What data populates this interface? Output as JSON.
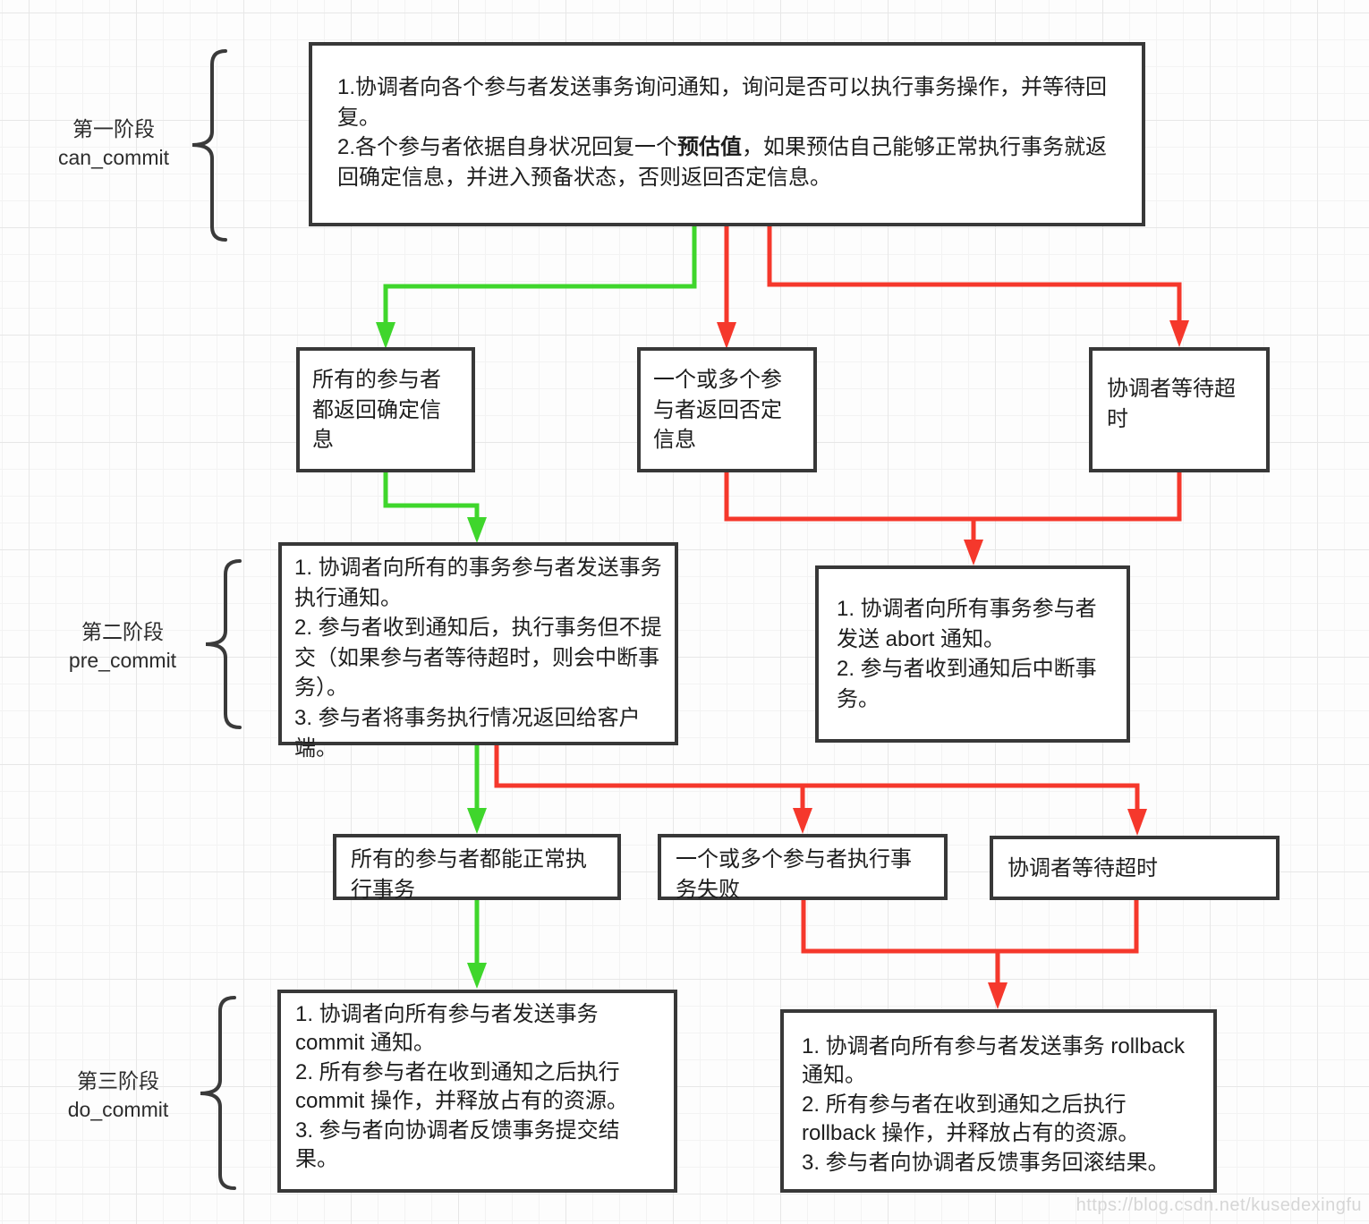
{
  "colors": {
    "green": "#3fd62c",
    "red": "#f5382c",
    "box_border": "#383838"
  },
  "watermark": "https://blog.csdn.net/kusedexingfu",
  "phases": [
    {
      "zh": "第一阶段",
      "en": "can_commit"
    },
    {
      "zh": "第二阶段",
      "en": "pre_commit"
    },
    {
      "zh": "第三阶段",
      "en": "do_commit"
    }
  ],
  "boxes": {
    "can_commit_main": {
      "item1": "1.协调者向各个参与者发送事务询问通知，询问是否可以执行事务操作，并等待回复。",
      "item2_pre": "2.各个参与者依据自身状况回复一个",
      "item2_bold": "预估值",
      "item2_post": "，如果预估自己能够正常执行事务就返回确定信息，并进入预备状态，否则返回否定信息。"
    },
    "all_yes": "所有的参与者都返回确定信息",
    "some_no": "一个或多个参与者返回否定信息",
    "coordinator_timeout_1": "协调者等待超时",
    "pre_commit_exec": {
      "item1": "1. 协调者向所有的事务参与者发送事务执行通知。",
      "item2": "2. 参与者收到通知后，执行事务但不提交（如果参与者等待超时，则会中断事务）。",
      "item3": "3. 参与者将事务执行情况返回给客户端。"
    },
    "abort": {
      "item1": "1. 协调者向所有事务参与者发送 abort 通知。",
      "item2": "2. 参与者收到通知后中断事务。"
    },
    "all_exec_ok": "所有的参与者都能正常执行事务",
    "some_exec_fail": "一个或多个参与者执行事务失败",
    "coordinator_timeout_2": "协调者等待超时",
    "do_commit_exec": {
      "item1": "1. 协调者向所有参与者发送事务 commit 通知。",
      "item2": "2. 所有参与者在收到通知之后执行 commit 操作，并释放占有的资源。",
      "item3": "3. 参与者向协调者反馈事务提交结果。"
    },
    "rollback": {
      "item1": "1. 协调者向所有参与者发送事务 rollback 通知。",
      "item2": "2. 所有参与者在收到通知之后执行 rollback 操作，并释放占有的资源。",
      "item3": "3. 参与者向协调者反馈事务回滚结果。"
    }
  }
}
